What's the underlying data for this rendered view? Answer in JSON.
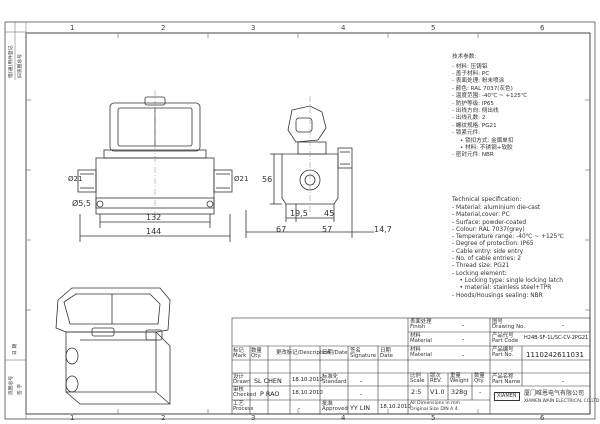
{
  "sheet": {
    "zones_top": [
      "1",
      "2",
      "3",
      "4",
      "5",
      "6"
    ],
    "zones_bottom": [
      "1",
      "2",
      "3",
      "4",
      "5",
      "6"
    ],
    "side_labels": [
      "借(通)用件登记",
      "旧底图总号",
      "底图总号",
      "签 字",
      "日 期"
    ]
  },
  "dimensions": {
    "d21_a": "Ø21",
    "d21_b": "Ø21",
    "d55": "Ø5,5",
    "w132": "132",
    "w144": "144",
    "h56": "56",
    "d195": "19,5",
    "d45": "45",
    "d67": "67",
    "d57": "57",
    "d147": "14,7"
  },
  "specs_cn": {
    "title": "技术参数:",
    "lines": [
      "- 材料: 压铸铝",
      "- 盖子材料: PC",
      "- 表面处理: 粉末喷涂",
      "- 颜色: RAL 7037(灰色)",
      "- 温度范围: -40℃ ~ +125℃",
      "- 防护等级: IP65",
      "- 出线方向: 侧出线",
      "- 出线孔数: 2",
      "- 螺纹规格: PG21",
      "- 锁紧元件:",
      "  • 锁扣方式: 金属单扣",
      "  • 材料: 不锈钢+软胶",
      "- 密封元件: NBR"
    ]
  },
  "specs_en": {
    "title": "Technical specification:",
    "lines": [
      "- Material: aluminium die-cast",
      "- Material,cover: PC",
      "- Surface: powder-coated",
      "- Colour: RAL 7037(grey)",
      "- Temperature range: -40℃ ~ +125℃",
      "- Degree of protection: IP65",
      "- Cable entry: side entry",
      "- No. of cable entries: 2",
      "- Thread size: PG21",
      "- Locking element:",
      "    • Locking type: single locking latch",
      "    • material: stainless steel+TPR",
      "- Hoods/Housings sealing: NBR"
    ]
  },
  "title_block": {
    "finish_label": "表面处理\nFinish",
    "finish_value": "-",
    "material_label": "材料\nMaterial",
    "material_value": "-",
    "drawing_no_label": "图号\nDrawing No.",
    "drawing_no_value": "-",
    "part_code_label": "产品代号\nPart Code",
    "part_code_value": "H24B-SF-1L/SC-CV-2PG21",
    "part_no_label": "产品编号\nPart No.",
    "part_no_value": "1110242611031",
    "part_name_label": "产品名称\nPart Name",
    "part_name_value": "-",
    "hdr_mark": "标记\nMark",
    "hdr_qty": "数量\nQty.",
    "hdr_change": "更改标记/Description",
    "hdr_date": "日期/Date",
    "hdr_signature": "签名\nSignature",
    "hdr_date2": "日期\nDate",
    "drawn_label": "设计\nDrawn",
    "drawn_name": "SL CHEN",
    "drawn_date": "18.10.2010",
    "checked_label": "审核\nChecked",
    "checked_name": "P RAO",
    "checked_date": "18.10.2010",
    "process_label": "工艺\nProcess",
    "approved_label": "批准\nApproved",
    "approved_name": "YY LIN",
    "approved_date": "18.10.2010",
    "standard_label": "标准化\nStandard",
    "scale_label": "比例\nScale",
    "scale_value": "2:5",
    "rev_label": "版次\nREV.",
    "rev_value": "V1.0",
    "weight_label": "重量\nWeight",
    "weight_value": "328g",
    "qty_label": "数量\nQty.",
    "qty_value": "-",
    "dash": "-",
    "dims_note": "All Dimensions in mm",
    "size_note": "Original Size DIN A 4",
    "company_logo": "XIAMEN",
    "company_cn": "厦门唯恩电气有限公司",
    "company_en": "XIAMEN WAIN ELECTRICAL CO.LTD"
  }
}
